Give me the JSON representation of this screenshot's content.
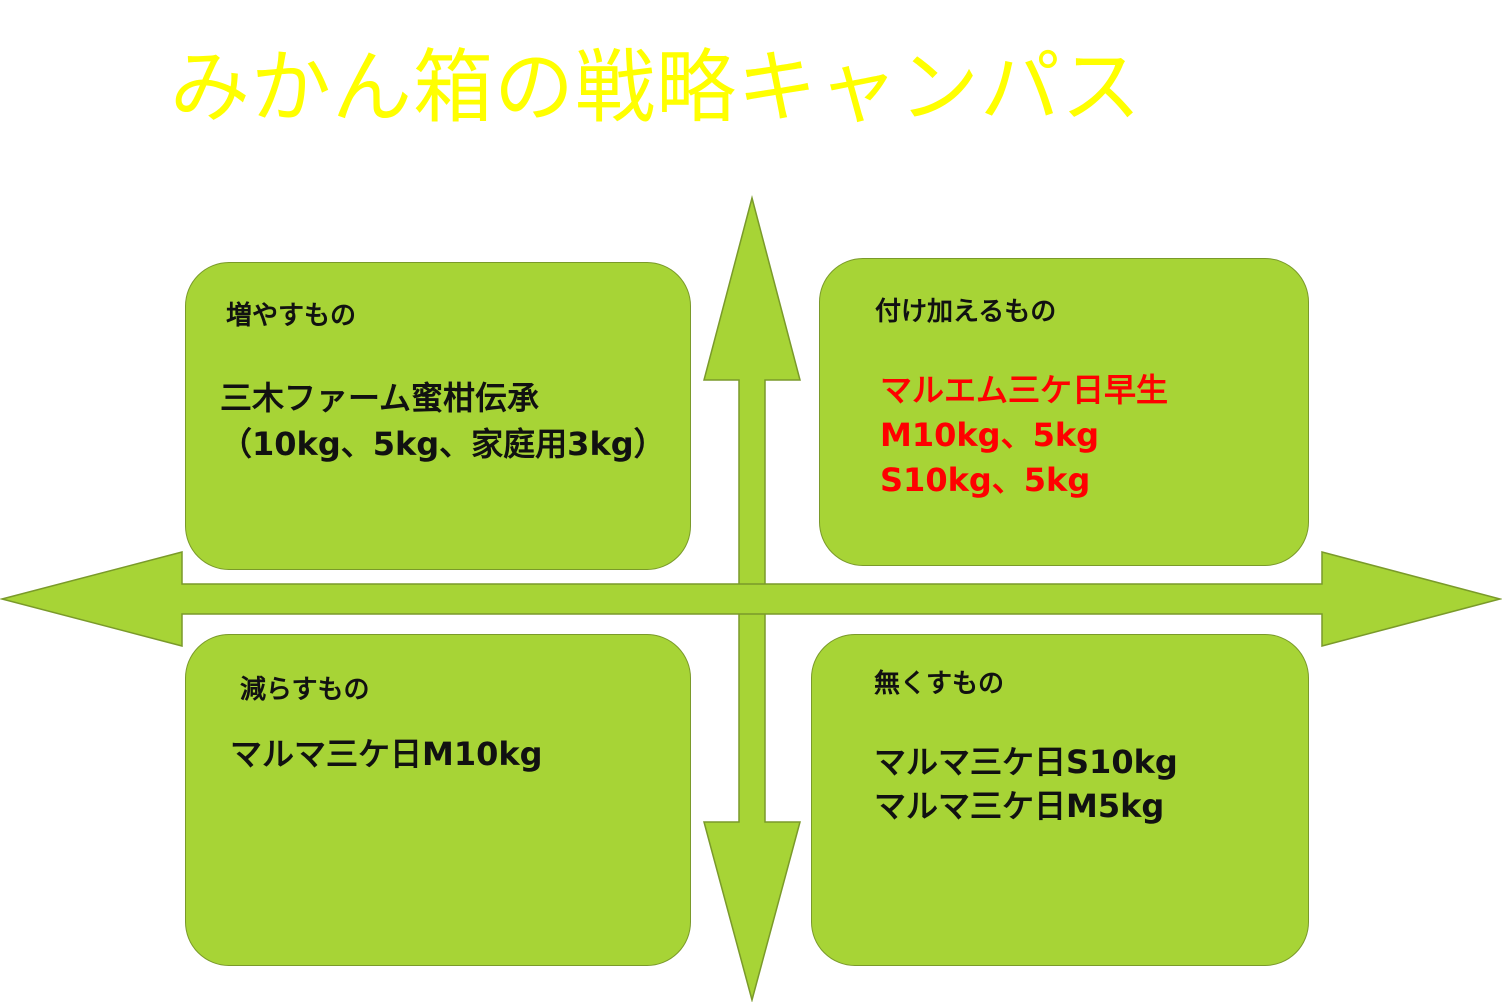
{
  "title": "みかん箱の戦略キャンパス",
  "colors": {
    "title": "#ffff00",
    "box_fill": "#a7d436",
    "arrow_fill": "#a7d436",
    "highlight_text": "#ff0000"
  },
  "quadrants": {
    "top_left": {
      "heading": "増やすもの",
      "lines": [
        "三木ファーム蜜柑伝承",
        "（10kg、5kg、家庭用3kg）"
      ]
    },
    "top_right": {
      "heading": "付け加えるもの",
      "lines": [
        "マルエム三ケ日早生",
        "M10kg、5kg",
        "S10kg、5kg"
      ]
    },
    "bottom_left": {
      "heading": "減らすもの",
      "lines": [
        "マルマ三ケ日M10kg"
      ]
    },
    "bottom_right": {
      "heading": "無くすもの",
      "lines": [
        "マルマ三ケ日S10kg",
        "マルマ三ケ日M5kg"
      ]
    }
  }
}
